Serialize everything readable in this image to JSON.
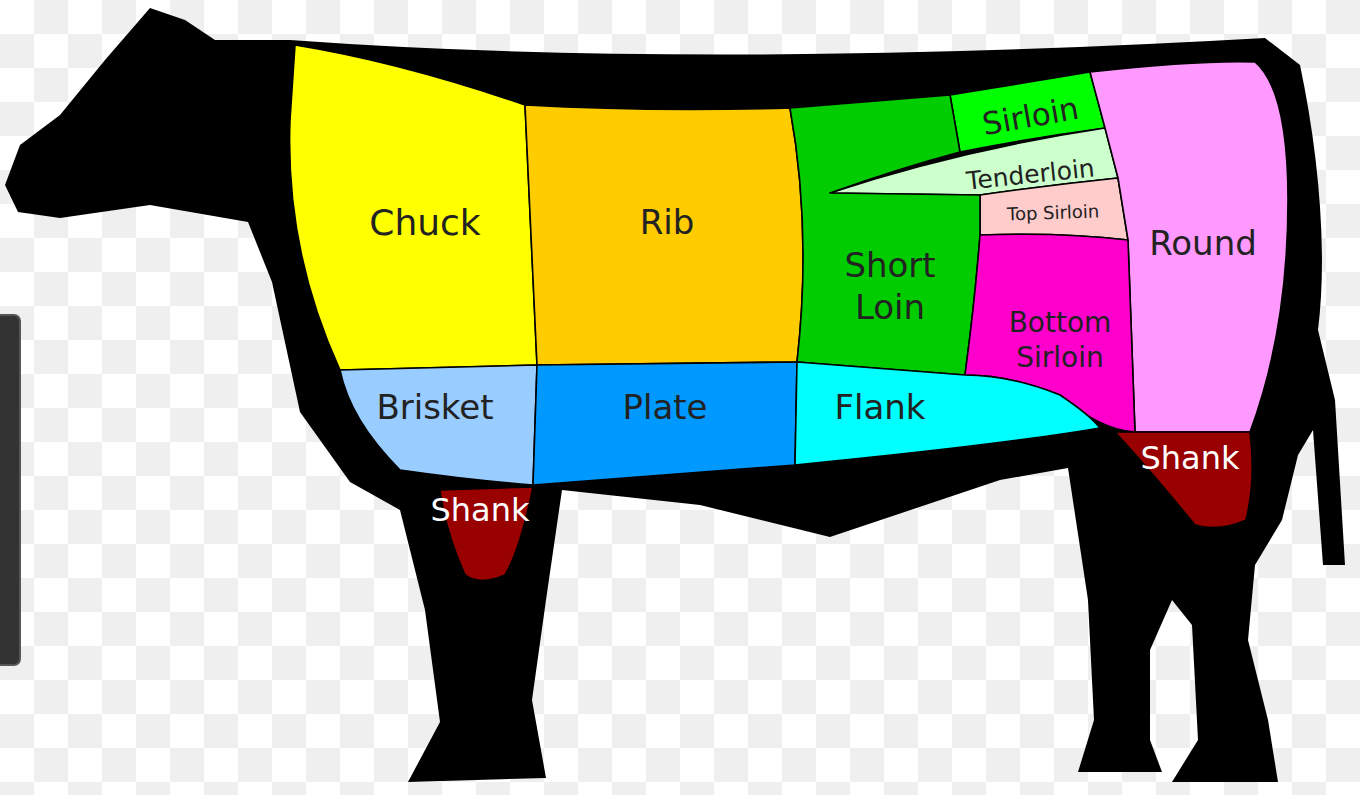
{
  "diagram": {
    "nodes": [
      {
        "text": [
          "Chuck"
        ]
      },
      {
        "text": [
          "Rib"
        ]
      },
      {
        "text": [
          "Sirloin"
        ]
      },
      {
        "text": [
          "Tenderloin"
        ]
      },
      {
        "text": [
          "Top Sirloin"
        ]
      },
      {
        "text": [
          "Round"
        ]
      },
      {
        "text": [
          "Short Loin"
        ]
      },
      {
        "text": [
          "Bottom Sirloin"
        ]
      },
      {
        "text": [
          "Brisket"
        ]
      },
      {
        "text": [
          "Plate"
        ]
      },
      {
        "text": [
          "Flank"
        ]
      },
      {
        "text": [
          "Shank"
        ]
      },
      {
        "text": [
          "Shank"
        ]
      }
    ]
  }
}
